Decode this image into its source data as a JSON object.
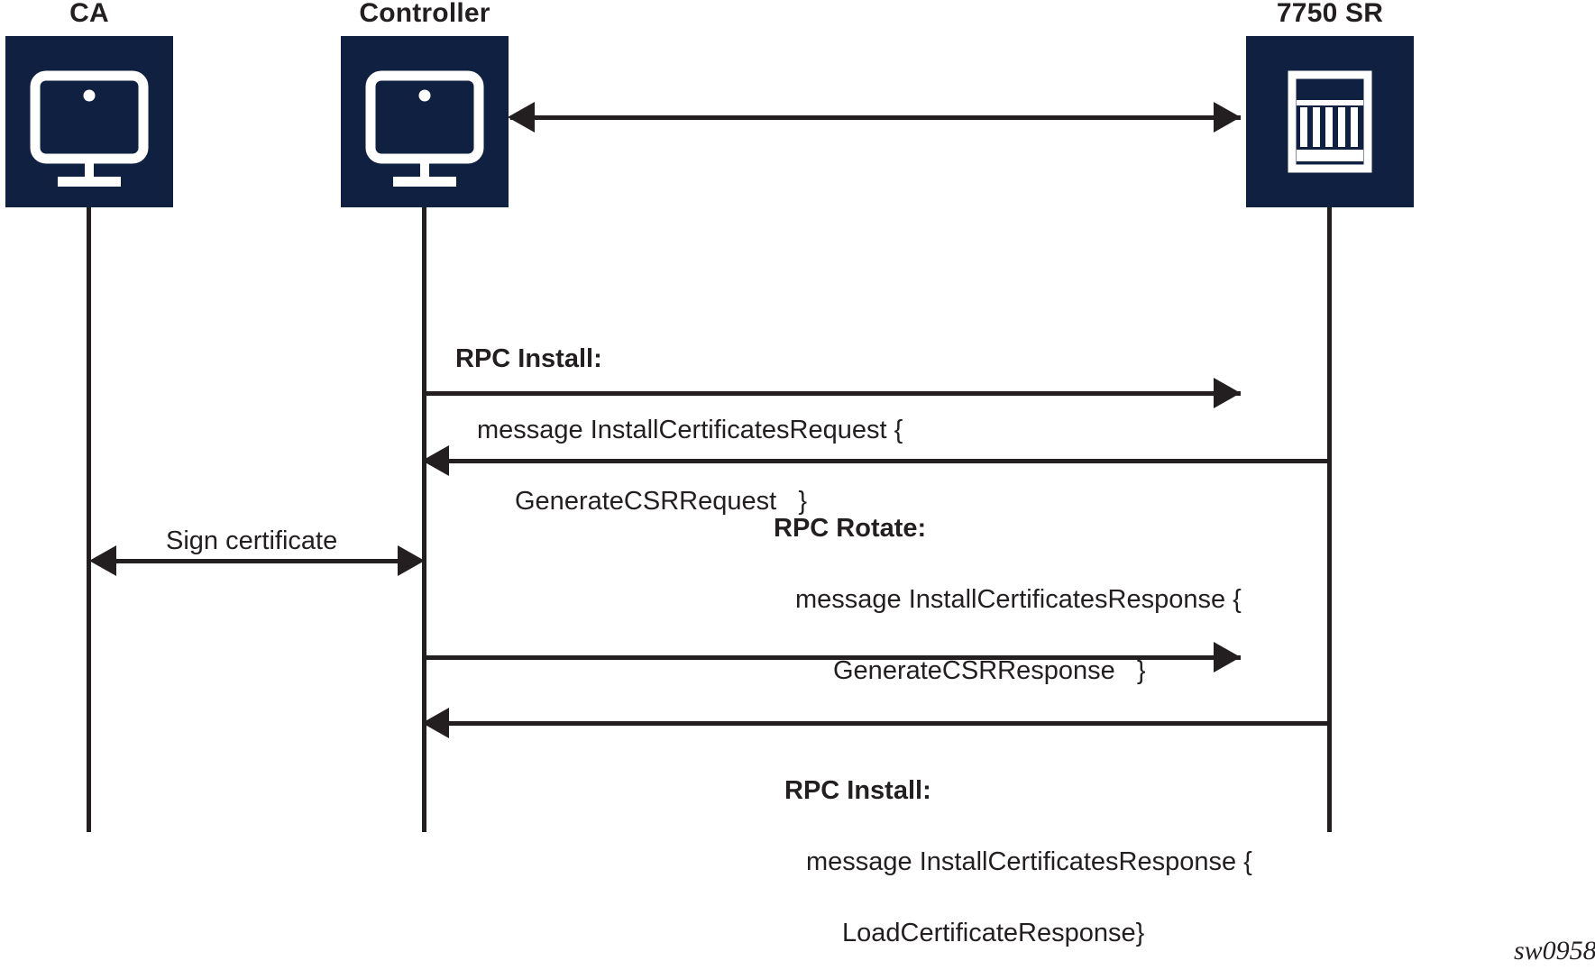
{
  "diagram": {
    "watermark": "sw0958",
    "colors": {
      "node_fill": "#0f2040",
      "stroke": "#231f20",
      "background": "#ffffff"
    }
  },
  "nodes": [
    {
      "id": "ca",
      "label": "CA",
      "icon": "desktop-monitor-icon"
    },
    {
      "id": "controller",
      "label": "Controller",
      "icon": "desktop-monitor-icon"
    },
    {
      "id": "router",
      "label": "7750 SR",
      "icon": "router-chassis-icon"
    }
  ],
  "messages": [
    {
      "id": "link",
      "from": "controller",
      "to": "router",
      "direction": "bidirectional",
      "label": ""
    },
    {
      "id": "install-request",
      "from": "controller",
      "to": "router",
      "direction": "right",
      "header": "RPC Install:",
      "lines": [
        "message InstallCertificatesRequest {",
        "GenerateCSRRequest   }"
      ]
    },
    {
      "id": "rotate-response",
      "from": "router",
      "to": "controller",
      "direction": "left",
      "header": "RPC Rotate:",
      "lines": [
        "message InstallCertificatesResponse {",
        "GenerateCSRResponse   }"
      ]
    },
    {
      "id": "sign-certificate",
      "from": "ca",
      "to": "controller",
      "direction": "bidirectional",
      "label": "Sign certificate"
    },
    {
      "id": "load-request",
      "from": "controller",
      "to": "router",
      "direction": "right",
      "header": "",
      "lines": []
    },
    {
      "id": "install-response",
      "from": "router",
      "to": "controller",
      "direction": "left",
      "header": "RPC Install:",
      "lines": [
        "message InstallCertificatesResponse {",
        "LoadCertificateResponse}"
      ]
    }
  ]
}
